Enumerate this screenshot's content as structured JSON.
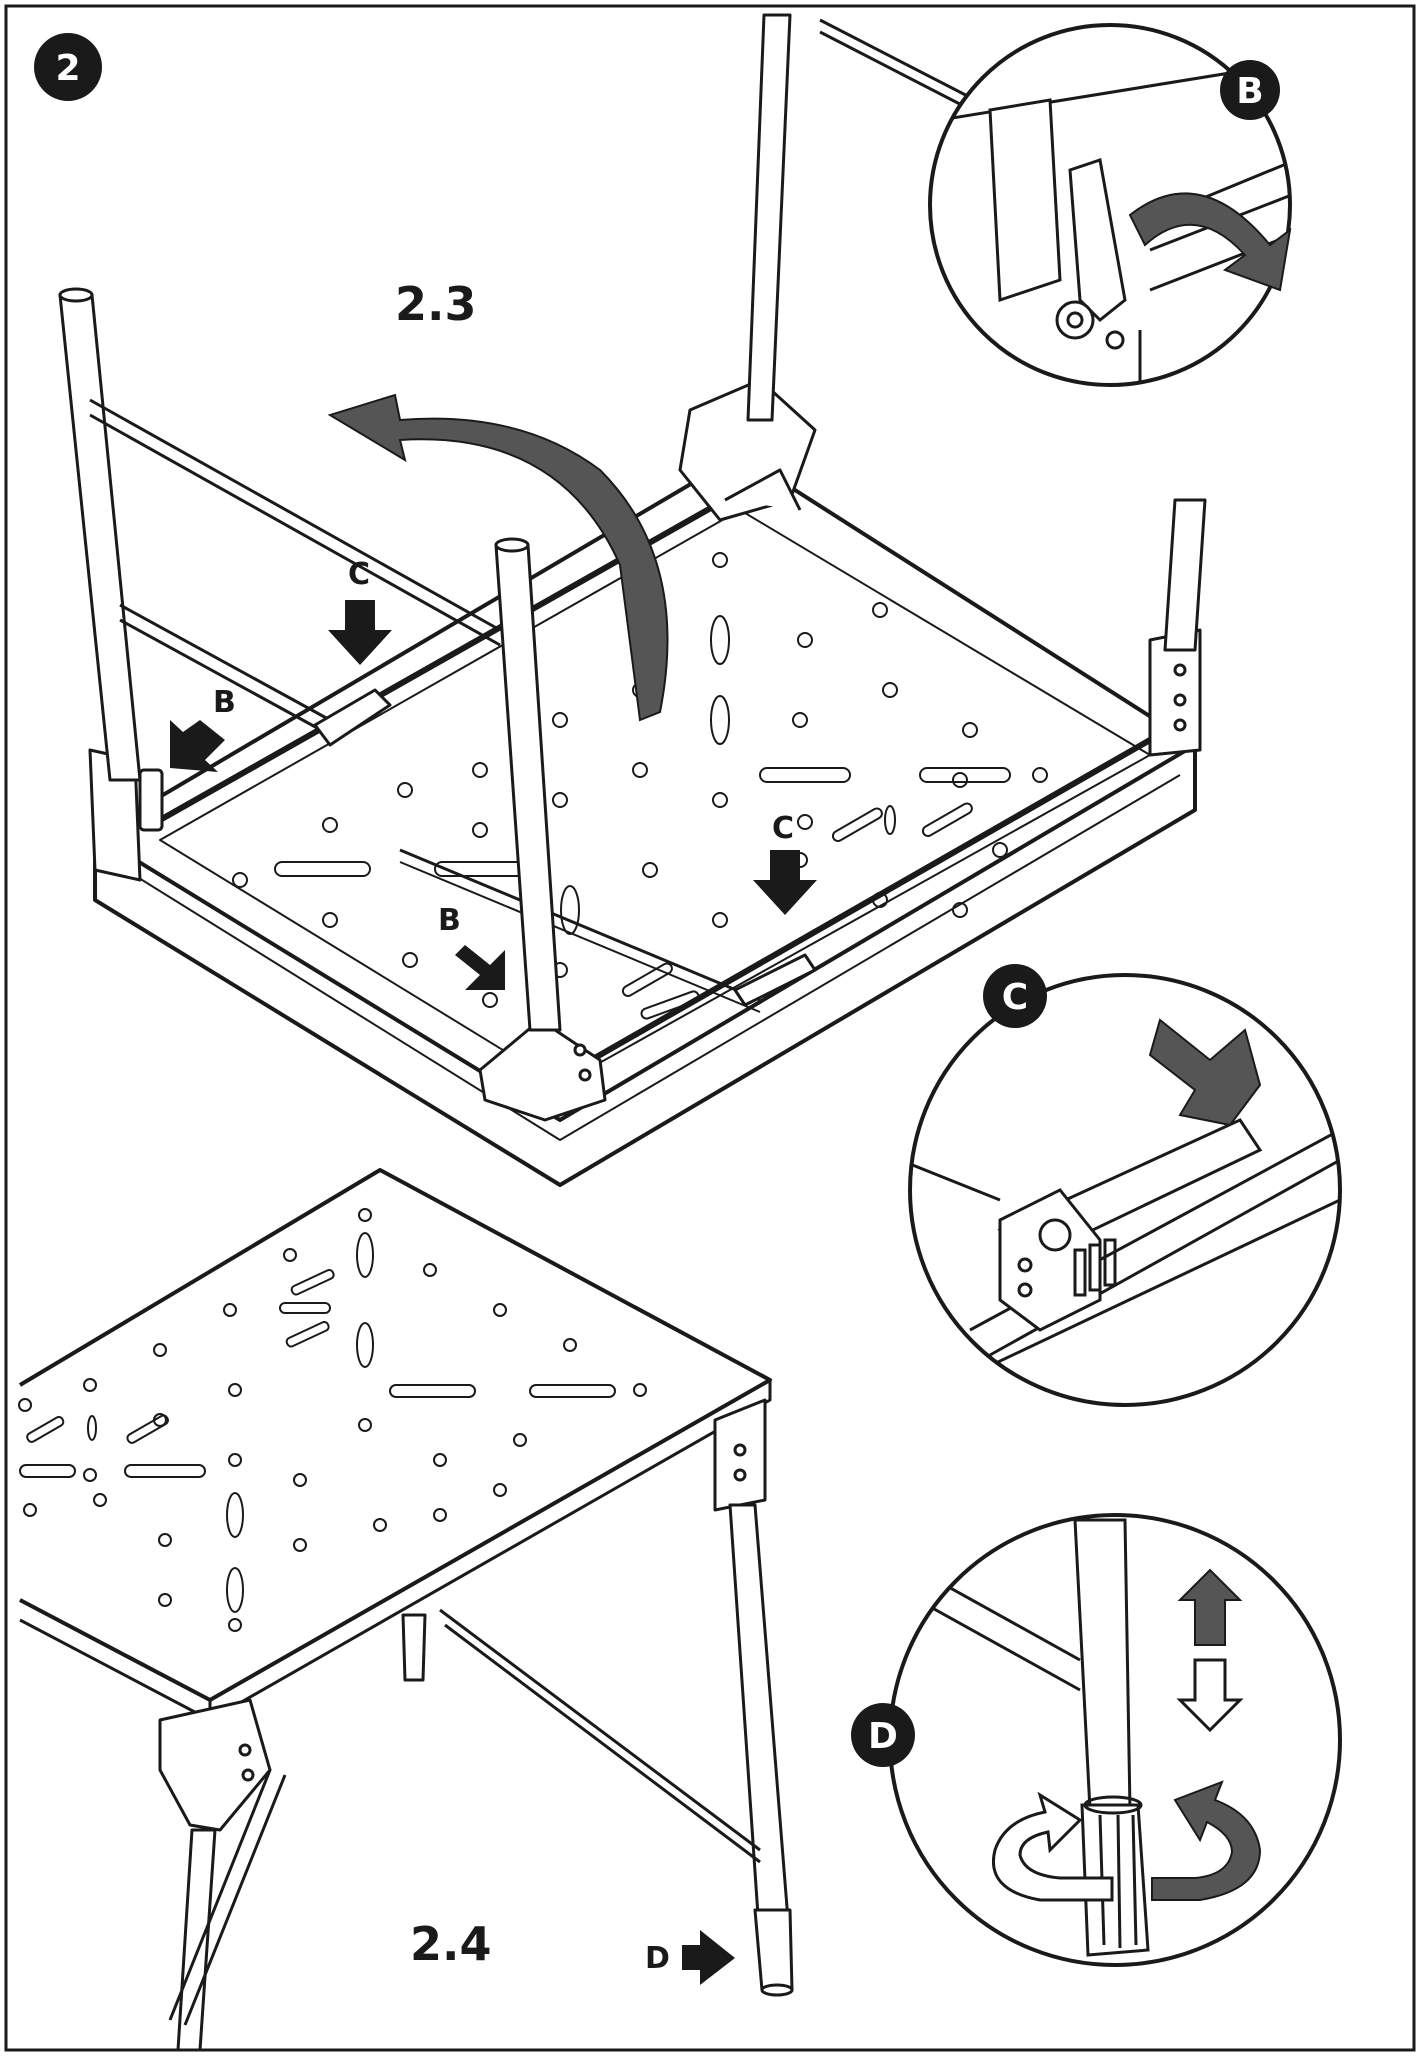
{
  "step_badge": "2",
  "steps": {
    "s23": "2.3",
    "s24": "2.4"
  },
  "callouts": {
    "b": "B",
    "c": "C",
    "d": "D"
  },
  "details": {
    "b": "B",
    "c": "C",
    "d": "D"
  },
  "colors": {
    "line": "#1a1a1a",
    "arrow_fill": "#555555",
    "badge_bg": "#1a1a1a",
    "paper": "#ffffff"
  }
}
